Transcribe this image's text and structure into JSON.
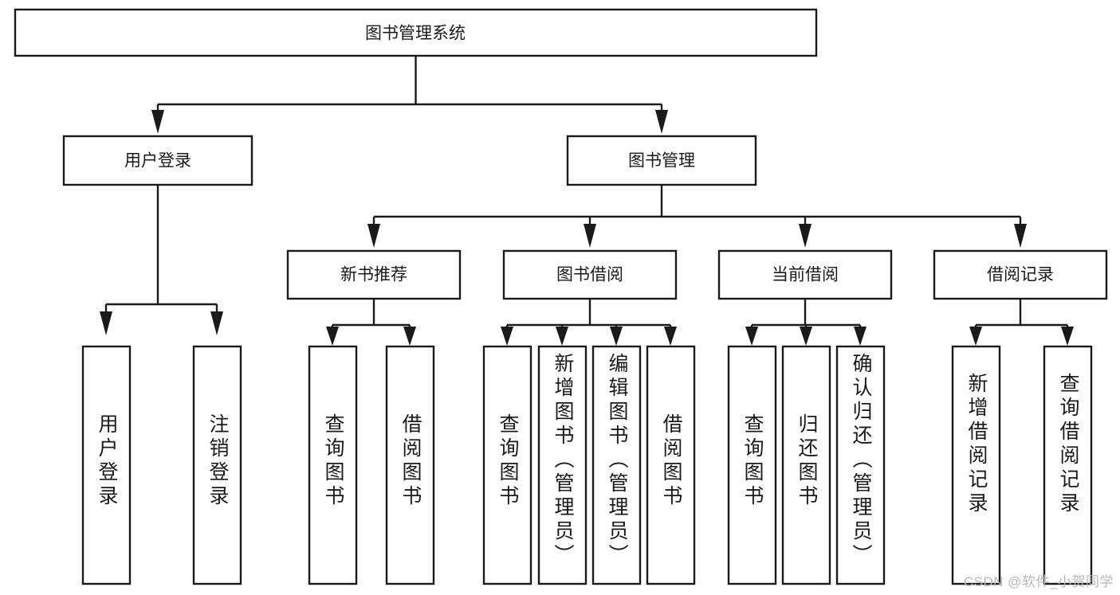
{
  "diagram": {
    "type": "tree-hierarchy",
    "title": "图书管理系统",
    "root": {
      "id": "root",
      "label": "图书管理系统",
      "orientation": "horizontal"
    },
    "level2": [
      {
        "id": "user-login",
        "label": "用户登录",
        "orientation": "horizontal"
      },
      {
        "id": "book-management",
        "label": "图书管理",
        "orientation": "horizontal"
      }
    ],
    "level3": [
      {
        "id": "new-book-recommend",
        "label": "新书推荐",
        "parent": "book-management",
        "orientation": "horizontal"
      },
      {
        "id": "book-borrow",
        "label": "图书借阅",
        "parent": "book-management",
        "orientation": "horizontal"
      },
      {
        "id": "current-borrow",
        "label": "当前借阅",
        "parent": "book-management",
        "orientation": "horizontal"
      },
      {
        "id": "borrow-record",
        "label": "借阅记录",
        "parent": "book-management",
        "orientation": "horizontal"
      }
    ],
    "leaves": [
      {
        "id": "leaf-user-login",
        "label": "用户登录",
        "parent": "user-login",
        "orientation": "vertical"
      },
      {
        "id": "leaf-user-logout",
        "label": "注销登录",
        "parent": "user-login",
        "orientation": "vertical"
      },
      {
        "id": "leaf-query-book-1",
        "label": "查询图书",
        "parent": "new-book-recommend",
        "orientation": "vertical"
      },
      {
        "id": "leaf-borrow-book-1",
        "label": "借阅图书",
        "parent": "new-book-recommend",
        "orientation": "vertical"
      },
      {
        "id": "leaf-query-book-2",
        "label": "查询图书",
        "parent": "book-borrow",
        "orientation": "vertical"
      },
      {
        "id": "leaf-add-book",
        "label": "新增图书（管理员）",
        "parent": "book-borrow",
        "orientation": "vertical"
      },
      {
        "id": "leaf-edit-book",
        "label": "编辑图书（管理员）",
        "parent": "book-borrow",
        "orientation": "vertical"
      },
      {
        "id": "leaf-borrow-book-2",
        "label": "借阅图书",
        "parent": "book-borrow",
        "orientation": "vertical"
      },
      {
        "id": "leaf-query-book-3",
        "label": "查询图书",
        "parent": "current-borrow",
        "orientation": "vertical"
      },
      {
        "id": "leaf-return-book",
        "label": "归还图书",
        "parent": "current-borrow",
        "orientation": "vertical"
      },
      {
        "id": "leaf-confirm-return",
        "label": "确认归还（管理员）",
        "parent": "current-borrow",
        "orientation": "vertical"
      },
      {
        "id": "leaf-add-record",
        "label": "新增借阅记录",
        "parent": "borrow-record",
        "orientation": "vertical"
      },
      {
        "id": "leaf-query-record",
        "label": "查询借阅记录",
        "parent": "borrow-record",
        "orientation": "vertical"
      }
    ],
    "colors": {
      "stroke": "#1a1a1a",
      "fill": "#ffffff",
      "text": "#1a1a1a",
      "watermark": "#b8b8b8",
      "background": "#ffffff"
    }
  },
  "watermark": {
    "text": "CSDN @软件_小贺同学"
  }
}
